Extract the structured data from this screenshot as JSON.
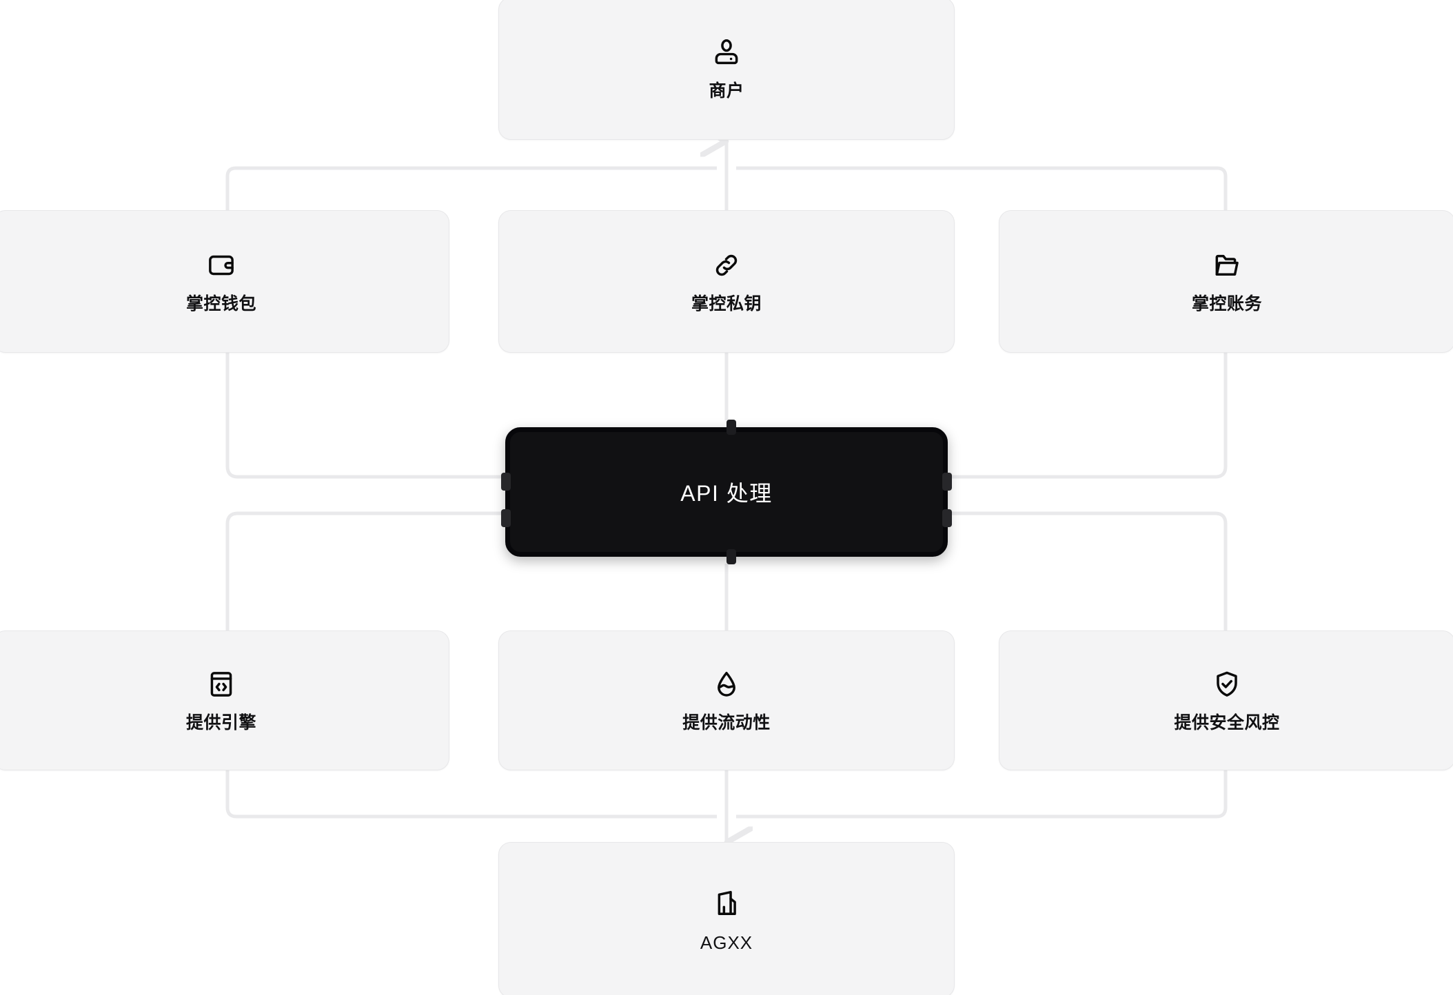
{
  "diagram": {
    "title": "",
    "colors": {
      "page_background": "#ffffff",
      "card_background": "#f4f4f5",
      "card_border": "#e7e7e9",
      "center_background": "#111113",
      "center_text": "#ffffff",
      "label_text": "#111113",
      "edge_line": "#e9e9eb"
    },
    "nodes": {
      "merchant": {
        "label": "商户",
        "icon": "user-icon"
      },
      "wallet": {
        "label": "掌控钱包",
        "icon": "wallet-icon"
      },
      "private_key": {
        "label": "掌控私钥",
        "icon": "link-icon"
      },
      "accounting": {
        "label": "掌控账务",
        "icon": "folder-open-icon"
      },
      "api": {
        "label": "API 处理",
        "icon": ""
      },
      "engine": {
        "label": "提供引擎",
        "icon": "code-window-icon"
      },
      "liquidity": {
        "label": "提供流动性",
        "icon": "droplet-icon"
      },
      "risk": {
        "label": "提供安全风控",
        "icon": "shield-check-icon"
      },
      "agxx": {
        "label": "AGXX",
        "icon": "building-icon"
      }
    }
  }
}
